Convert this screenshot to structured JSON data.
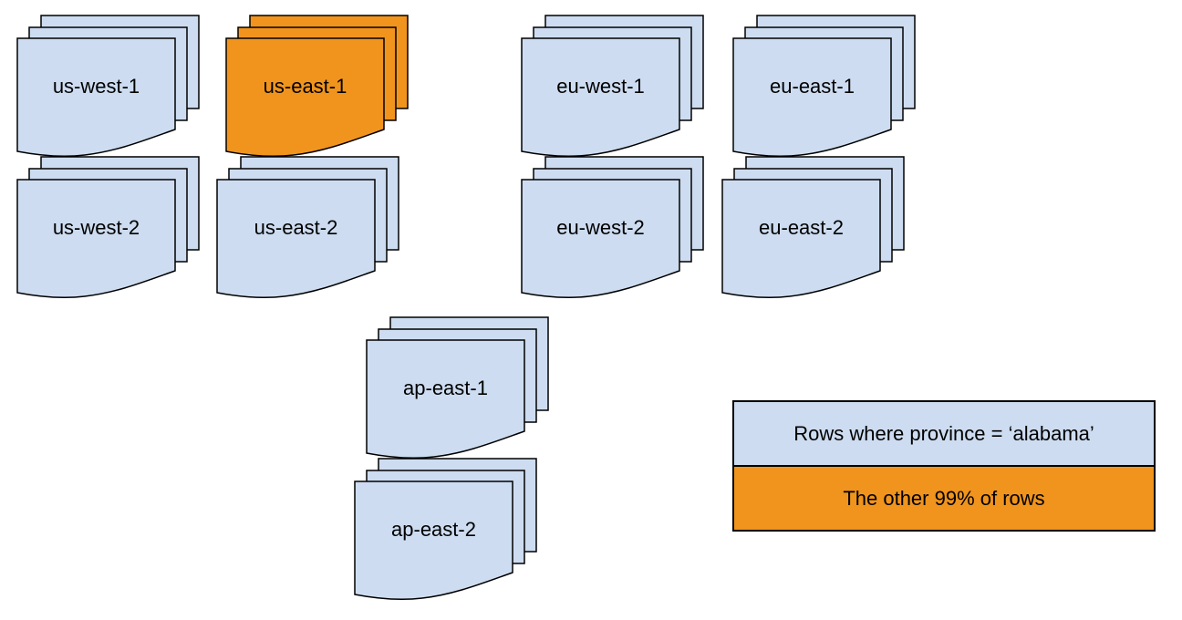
{
  "diagram": {
    "colors": {
      "document_blue": "#cddcf0",
      "highlight_orange": "#f0941e",
      "outline": "#000000"
    },
    "regions": [
      {
        "label": "us-west-1",
        "highlighted": false
      },
      {
        "label": "us-east-1",
        "highlighted": true
      },
      {
        "label": "eu-west-1",
        "highlighted": false
      },
      {
        "label": "eu-east-1",
        "highlighted": false
      },
      {
        "label": "us-west-2",
        "highlighted": false
      },
      {
        "label": "us-east-2",
        "highlighted": false
      },
      {
        "label": "eu-west-2",
        "highlighted": false
      },
      {
        "label": "eu-east-2",
        "highlighted": false
      },
      {
        "label": "ap-east-1",
        "highlighted": false
      },
      {
        "label": "ap-east-2",
        "highlighted": false
      }
    ],
    "legend": {
      "items": [
        {
          "label": "Rows where province = ‘alabama’",
          "color": "#cddcf0"
        },
        {
          "label": "The other 99% of rows",
          "color": "#f0941e"
        }
      ]
    }
  }
}
